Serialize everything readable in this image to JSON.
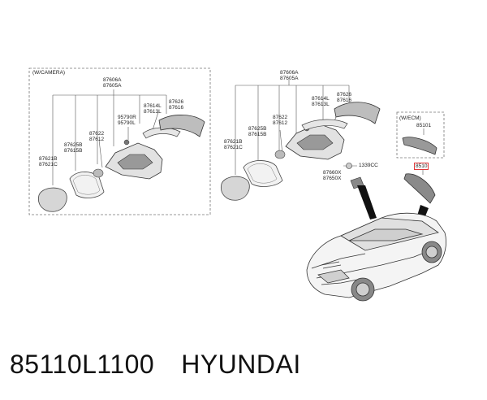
{
  "left_group": {
    "title": "(W/CAMERA)",
    "top_pair": [
      "87606A",
      "87605A"
    ],
    "pair_87626": [
      "87626",
      "87616"
    ],
    "pair_87614": [
      "87614L",
      "87613L"
    ],
    "pair_95790": [
      "95790R",
      "95790L"
    ],
    "pair_87622": [
      "87622",
      "87612"
    ],
    "pair_87625": [
      "87625B",
      "87615B"
    ],
    "pair_87621": [
      "87621B",
      "87621C"
    ]
  },
  "middle_group": {
    "top_pair": [
      "87606A",
      "87605A"
    ],
    "pair_87626": [
      "87626",
      "87616"
    ],
    "pair_87614": [
      "87614L",
      "87613L"
    ],
    "pair_87622": [
      "87622",
      "87612"
    ],
    "pair_87625": [
      "87625B",
      "87615B"
    ],
    "pair_87621": [
      "87621B",
      "87621C"
    ],
    "screw": "1339CC",
    "pair_87660": [
      "87660X",
      "87650X"
    ]
  },
  "right_group": {
    "title": "(W/ECM)",
    "part_top": "85101",
    "part_highlight": "8510"
  },
  "footer": {
    "part_number": "85110L1100",
    "brand": "HYUNDAI"
  },
  "colors": {
    "highlight": "#e0383a",
    "line": "#555555",
    "part_fill": "#dcdcdc"
  }
}
